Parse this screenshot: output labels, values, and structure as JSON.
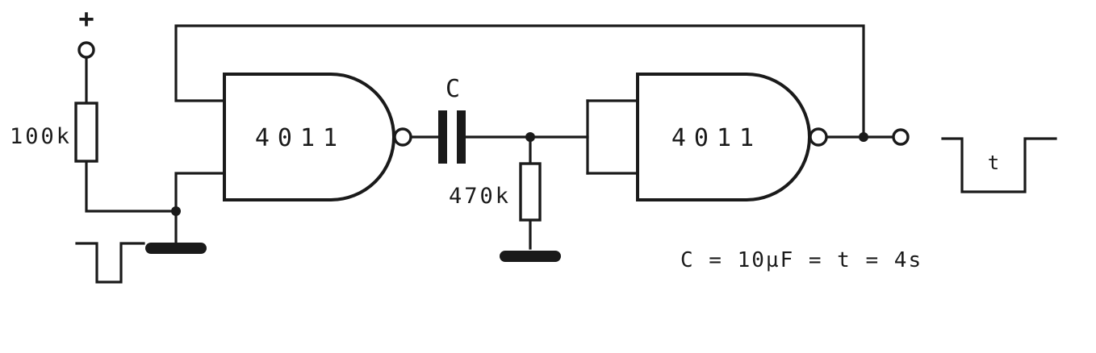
{
  "colors": {
    "ink": "#1a1a1a",
    "background": "#ffffff"
  },
  "circuit": {
    "supply_terminal_label": "+",
    "input_resistor_value": "100k",
    "gate1_label": "4011",
    "capacitor_label": "C",
    "timing_resistor_value": "470k",
    "gate2_label": "4011",
    "output_pulse_label": "t",
    "formula": "C = 10µF = t = 4s"
  }
}
